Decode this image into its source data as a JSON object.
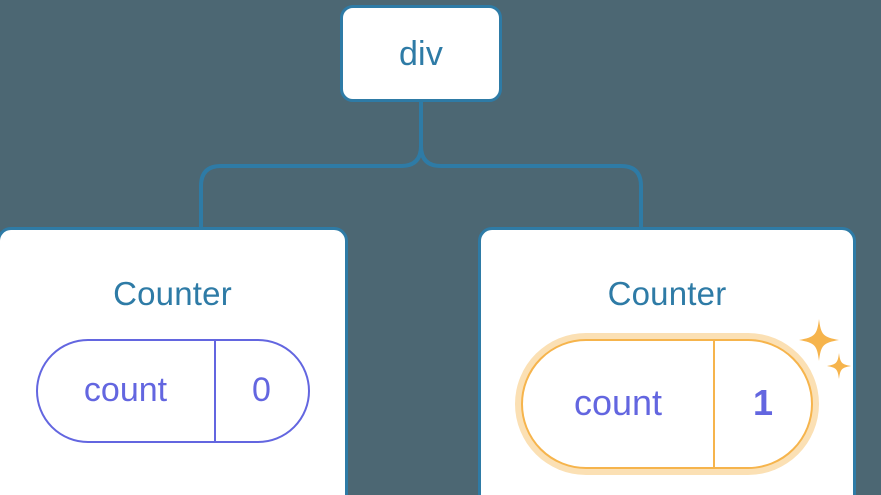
{
  "diagram": {
    "type": "component-tree",
    "background_color": "#4c6773",
    "accent_color": "#2e7ba6",
    "state_color": "#6366e0",
    "highlight_color": "#f6b44c",
    "highlight_glow_color": "#fbe0b4"
  },
  "root": {
    "label": "div"
  },
  "children": [
    {
      "label": "Counter",
      "state": {
        "key": "count",
        "value": "0"
      },
      "highlighted": false
    },
    {
      "label": "Counter",
      "state": {
        "key": "count",
        "value": "1"
      },
      "highlighted": true
    }
  ],
  "icons": {
    "sparkle_large": "sparkle-icon",
    "sparkle_small": "sparkle-icon"
  }
}
